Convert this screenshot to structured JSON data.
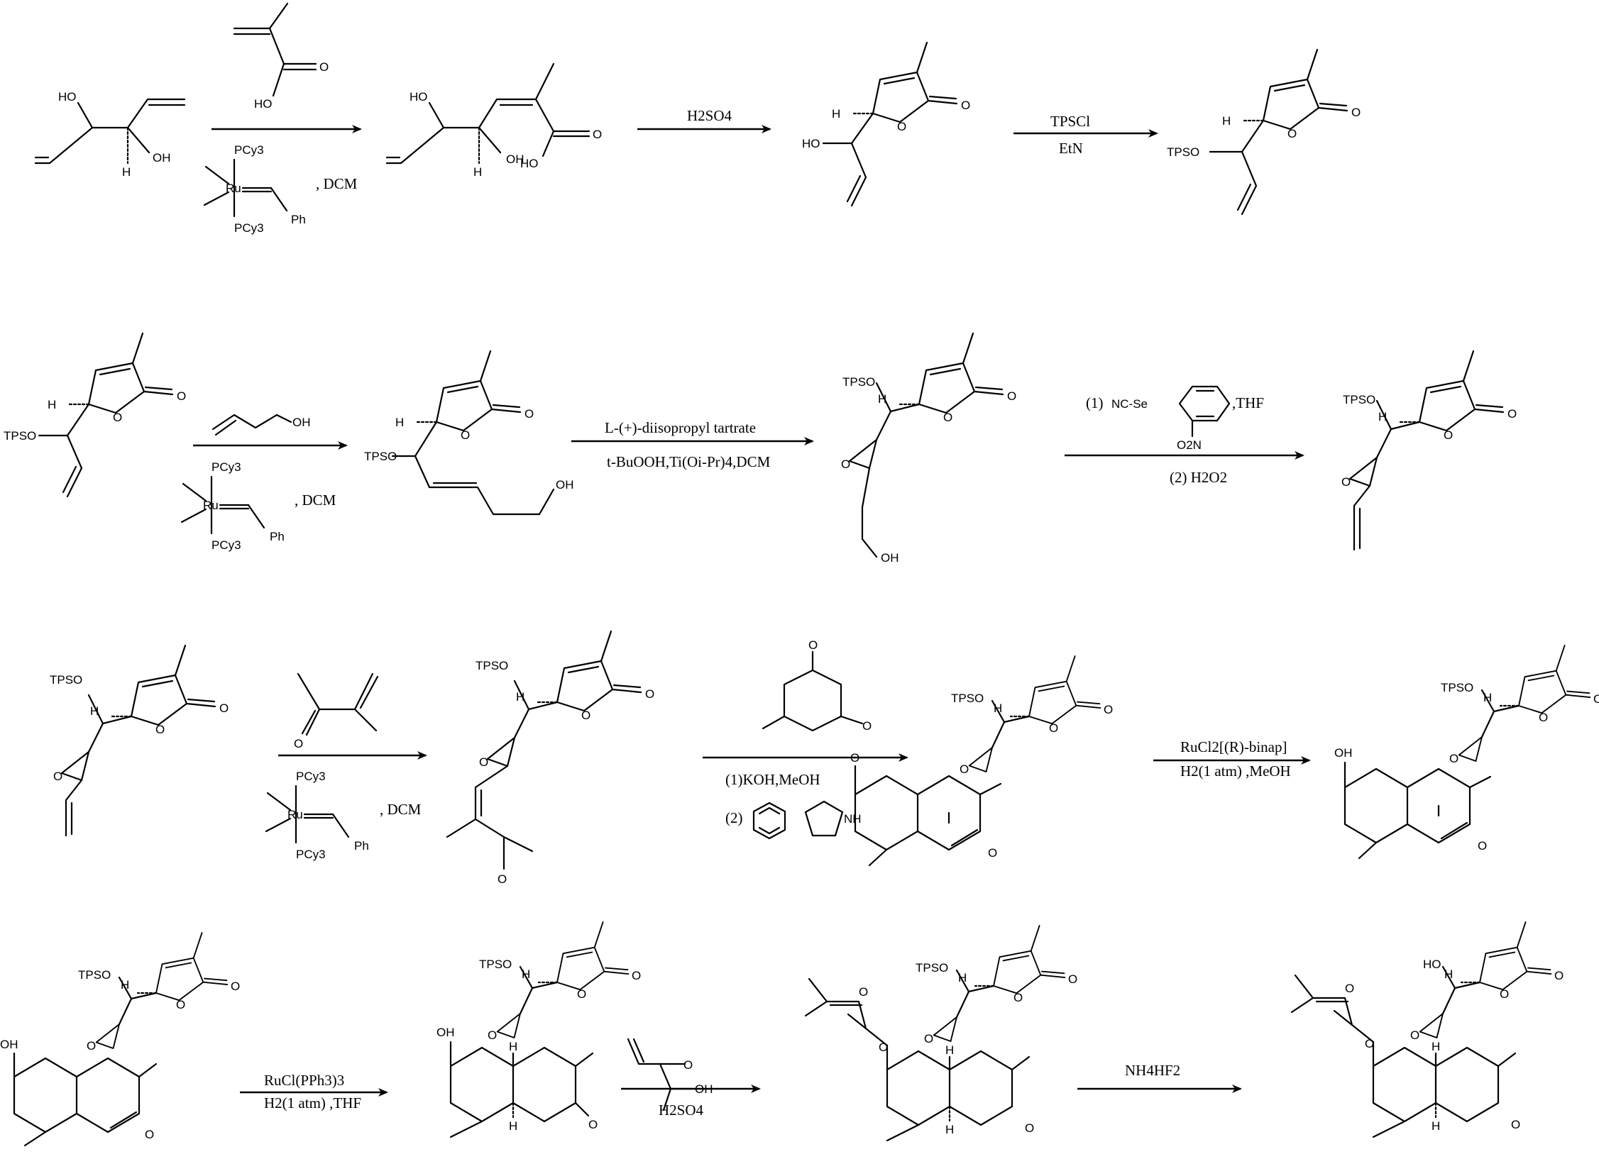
{
  "labels": {
    "HO": "HO",
    "OH": "OH",
    "O": "O",
    "H": "H",
    "TPSO": "TPSO",
    "PCy3": "PCy3",
    "Ru": "Ru",
    "Ph": "Ph",
    "N": "N",
    "NH": "NH",
    "NO2": "O2N",
    "NCSe": "NC-Se"
  },
  "steps": [
    {
      "id": "step1",
      "above": "",
      "below": ", DCM"
    },
    {
      "id": "step2",
      "above": "H2SO4",
      "below": ""
    },
    {
      "id": "step3",
      "above": "TPSCl",
      "below": "EtN"
    },
    {
      "id": "step4",
      "above": "",
      "below": ", DCM"
    },
    {
      "id": "step5",
      "above": "L-(+)-diisopropyl tartrate",
      "below": "t-BuOOH,Ti(Oi-Pr)4,DCM"
    },
    {
      "id": "step6",
      "above": "(1)",
      "mid": ",THF",
      "below": "(2) H2O2"
    },
    {
      "id": "step7",
      "above": "",
      "below": ", DCM"
    },
    {
      "id": "step8",
      "above": "",
      "below": "(1)KOH,MeOH",
      "below2": "(2)"
    },
    {
      "id": "step9",
      "above": "RuCl2[(R)-binap]",
      "below": "H2(1 atm) ,MeOH"
    },
    {
      "id": "step10",
      "above": "RuCl(PPh3)3",
      "below": "H2(1 atm) ,THF"
    },
    {
      "id": "step11",
      "above": "",
      "below": "H2SO4"
    },
    {
      "id": "step12",
      "above": "NH4HF2",
      "below": ""
    }
  ]
}
